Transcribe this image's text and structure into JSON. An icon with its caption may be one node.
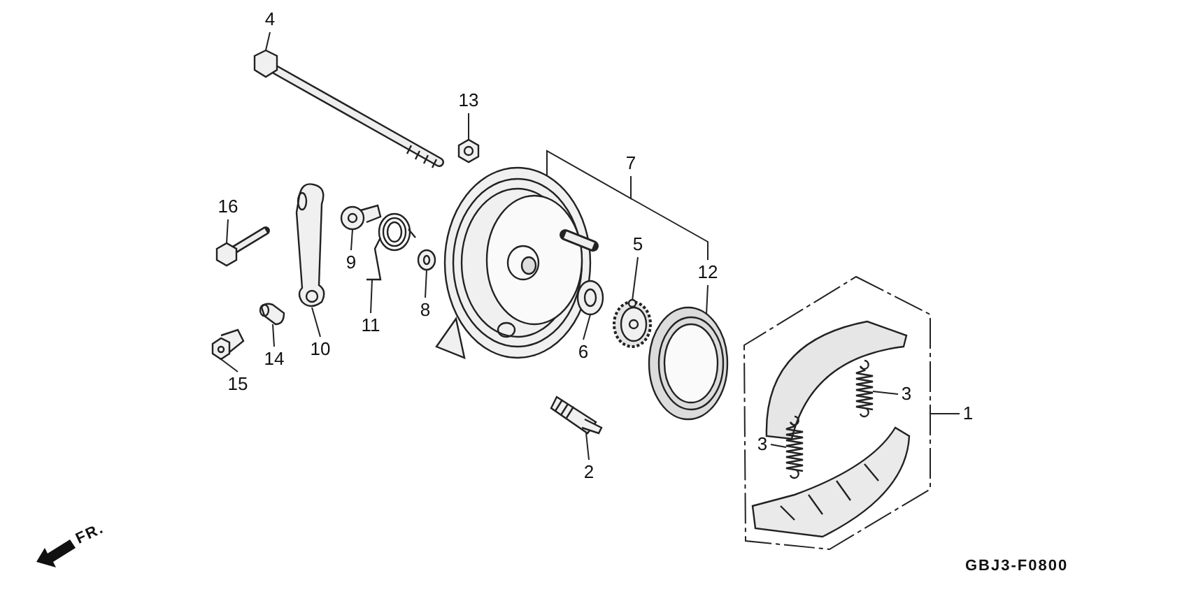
{
  "diagram": {
    "nodes": [
      {
        "text": [
          "4"
        ]
      },
      {
        "text": [],
        "shape": "picture"
      },
      {
        "text": [
          "13"
        ]
      },
      {
        "text": [],
        "shape": "picture"
      },
      {
        "text": [
          "16"
        ]
      },
      {
        "text": [],
        "shape": "picture"
      },
      {
        "text": [
          "9"
        ]
      },
      {
        "text": [],
        "shape": "picture"
      },
      {
        "text": [
          "10"
        ]
      },
      {
        "text": [],
        "shape": "picture"
      },
      {
        "text": [
          "11"
        ]
      },
      {
        "text": [],
        "shape": "picture"
      },
      {
        "text": [
          "8"
        ]
      },
      {
        "text": [],
        "shape": "picture"
      },
      {
        "text": [
          "15"
        ]
      },
      {
        "text": [],
        "shape": "picture"
      },
      {
        "text": [
          "14"
        ]
      },
      {
        "text": [],
        "shape": "picture"
      },
      {
        "text": [
          "7"
        ]
      },
      {
        "text": [],
        "shape": "picture"
      },
      {
        "text": [
          "5"
        ]
      },
      {
        "text": [],
        "shape": "picture"
      },
      {
        "text": [
          "6"
        ]
      },
      {
        "text": [],
        "shape": "picture"
      },
      {
        "text": [
          "12"
        ]
      },
      {
        "text": [],
        "shape": "picture"
      },
      {
        "text": [
          "2"
        ]
      },
      {
        "text": [],
        "shape": "picture"
      },
      {
        "text": [
          "1"
        ]
      },
      {
        "text": [],
        "shape": "picture"
      },
      {
        "text": [
          "3"
        ],
        "in": 29
      },
      {
        "text": [],
        "shape": "picture",
        "in": 29
      },
      {
        "text": [
          "3"
        ],
        "in": 29
      },
      {
        "text": [],
        "shape": "picture",
        "in": 29
      }
    ],
    "edges": [
      {
        "from": 0,
        "to": 1,
        "arrow": "none"
      },
      {
        "from": 2,
        "to": 3,
        "arrow": "none"
      },
      {
        "from": 4,
        "to": 5,
        "arrow": "none"
      },
      {
        "from": 6,
        "to": 7,
        "arrow": "none"
      },
      {
        "from": 8,
        "to": 9,
        "arrow": "none"
      },
      {
        "from": 10,
        "to": 11,
        "arrow": "none"
      },
      {
        "from": 12,
        "to": 13,
        "arrow": "none"
      },
      {
        "from": 14,
        "to": 15,
        "arrow": "none"
      },
      {
        "from": 16,
        "to": 17,
        "arrow": "none"
      },
      {
        "from": 18,
        "to": 19,
        "arrow": "none"
      },
      {
        "from": 18,
        "to": 24,
        "arrow": "none"
      },
      {
        "from": 20,
        "to": 21,
        "arrow": "none"
      },
      {
        "from": 22,
        "to": 23,
        "arrow": "none"
      },
      {
        "from": 24,
        "to": 25,
        "arrow": "none"
      },
      {
        "from": 26,
        "to": 27,
        "arrow": "none"
      },
      {
        "from": 28,
        "to": 29,
        "arrow": "none"
      },
      {
        "from": 30,
        "to": 31,
        "arrow": "none"
      },
      {
        "from": 32,
        "to": 33,
        "arrow": "none"
      }
    ],
    "labels": [
      "FR.",
      "GBJ3-F0800"
    ]
  }
}
